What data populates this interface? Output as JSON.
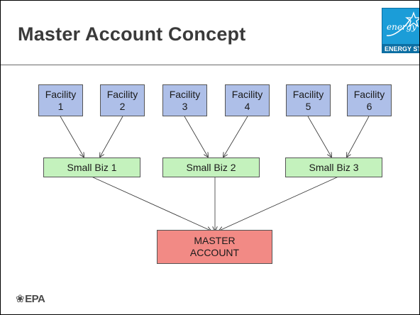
{
  "slide": {
    "title": "Master Account Concept",
    "logo": {
      "icon": "energy-star-logo",
      "script_text": "energy",
      "label": "ENERGY STAR"
    },
    "footer": {
      "icon": "epa-logo",
      "mark": "❀",
      "text": "EPA"
    }
  },
  "diagram": {
    "facilities": [
      {
        "line1": "Facility",
        "line2": "1"
      },
      {
        "line1": "Facility",
        "line2": "2"
      },
      {
        "line1": "Facility",
        "line2": "3"
      },
      {
        "line1": "Facility",
        "line2": "4"
      },
      {
        "line1": "Facility",
        "line2": "5"
      },
      {
        "line1": "Facility",
        "line2": "6"
      }
    ],
    "small_businesses": [
      {
        "label": "Small Biz 1"
      },
      {
        "label": "Small Biz 2"
      },
      {
        "label": "Small Biz 3"
      }
    ],
    "master": {
      "line1": "MASTER",
      "line2": "ACCOUNT"
    },
    "edges": [
      {
        "from": "facility-1",
        "to": "small-biz-1"
      },
      {
        "from": "facility-2",
        "to": "small-biz-1"
      },
      {
        "from": "facility-3",
        "to": "small-biz-2"
      },
      {
        "from": "facility-4",
        "to": "small-biz-2"
      },
      {
        "from": "facility-5",
        "to": "small-biz-3"
      },
      {
        "from": "facility-6",
        "to": "small-biz-3"
      },
      {
        "from": "small-biz-1",
        "to": "master-account"
      },
      {
        "from": "small-biz-2",
        "to": "master-account"
      },
      {
        "from": "small-biz-3",
        "to": "master-account"
      }
    ],
    "colors": {
      "facility": "#aebfe8",
      "small_biz": "#c4f2bd",
      "master": "#f28a85",
      "connector": "#333333"
    }
  }
}
